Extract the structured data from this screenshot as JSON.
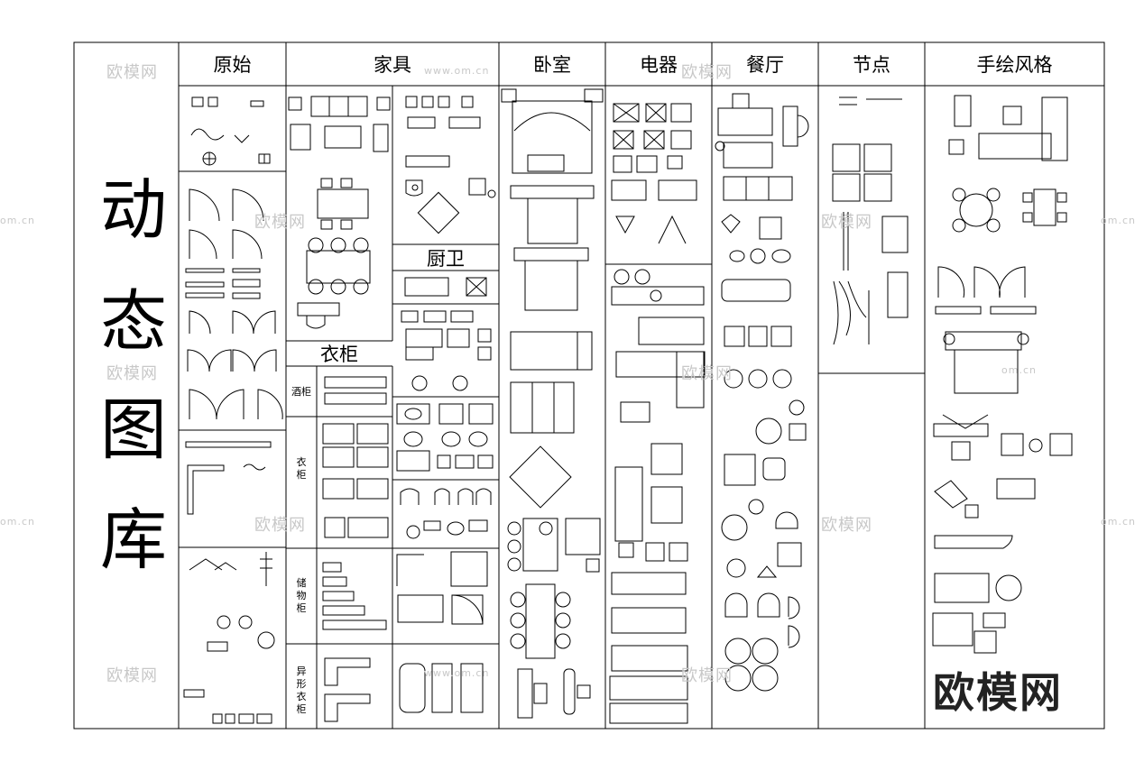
{
  "headers": [
    "原始",
    "家具",
    "卧室",
    "电器",
    "餐厅",
    "节点",
    "手绘风格"
  ],
  "title_chars": [
    "动",
    "态",
    "图",
    "库"
  ],
  "sub_sections": {
    "kitchen_bath": "厨卫",
    "wardrobe": "衣柜"
  },
  "row_labels": {
    "wine_cabinet": "酒柜",
    "wardrobe_chars": [
      "衣",
      "柜"
    ],
    "storage_chars": [
      "储",
      "物",
      "柜"
    ],
    "special_chars": [
      "异",
      "形",
      "衣",
      "柜"
    ]
  },
  "watermark": {
    "brand": "欧模网",
    "site": "www.om.cn",
    "side": "om.cn"
  },
  "colors": {
    "line": "#000000",
    "background": "#ffffff",
    "watermark": "#c8c8c8"
  }
}
